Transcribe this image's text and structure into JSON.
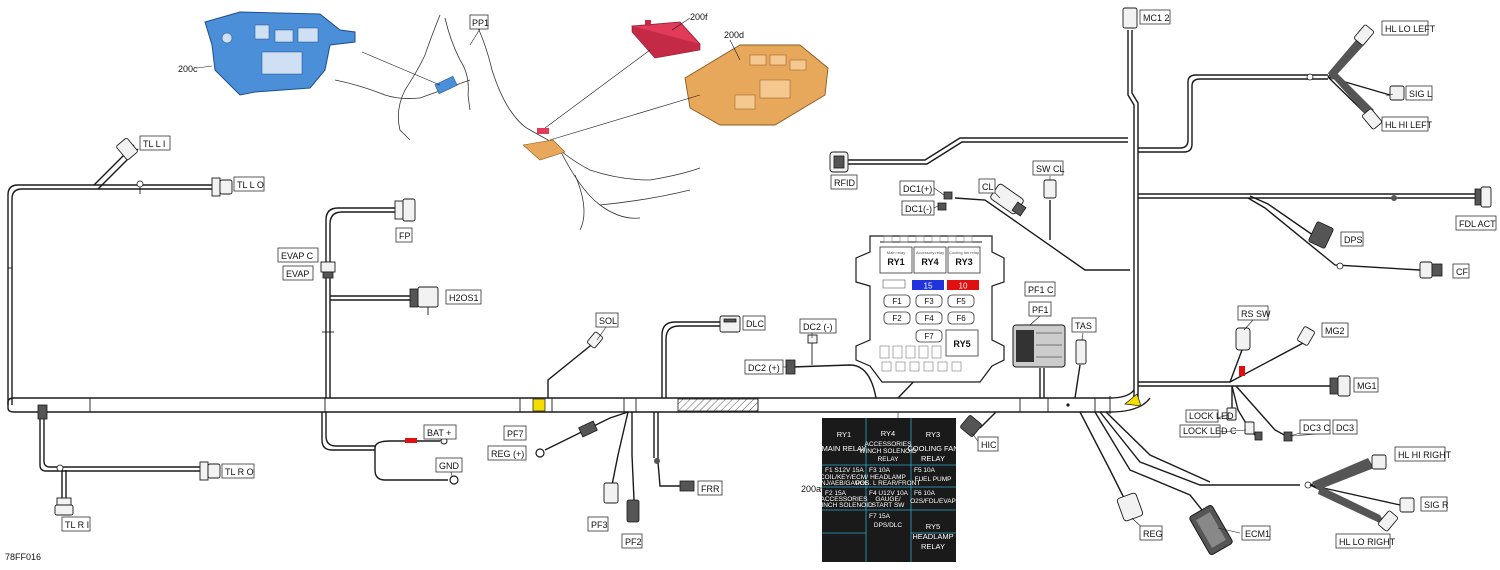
{
  "labels": {
    "tl_l_i": "TL L I",
    "tl_l_o": "TL L O",
    "tl_r_o": "TL R O",
    "tl_r_i": "TL R I",
    "fp": "FP",
    "evap_c": "EVAP C",
    "evap": "EVAP",
    "h2os1": "H2OS1",
    "sol": "SOL",
    "dlc": "DLC",
    "bat_plus": "BAT +",
    "gnd": "GND",
    "pf7": "PF7",
    "reg_plus": "REG (+)",
    "pf3": "PF3",
    "pf2": "PF2",
    "frr": "FRR",
    "dc2_minus": "DC2 (-)",
    "dc2_plus": "DC2 (+)",
    "rfid": "RFID",
    "dc1_plus": "DC1(+)",
    "dc1_minus": "DC1(-)",
    "cl": "CL",
    "sw_cl": "SW CL",
    "pf1_c": "PF1 C",
    "pf1": "PF1",
    "tas": "TAS",
    "hic": "HIC",
    "mc12": "MC1 2",
    "hl_lo_left": "HL LO LEFT",
    "sig_l": "SIG L",
    "hl_hi_left": "HL HI LEFT",
    "fdl_act": "FDL ACT",
    "dps": "DPS",
    "cf": "CF",
    "rs_sw": "RS SW",
    "mg2": "MG2",
    "mg1": "MG1",
    "lock_led": "LOCK LED",
    "lock_led_c": "LOCK LED C",
    "dc3_c": "DC3 C",
    "dc3": "DC3",
    "hl_hi_right": "HL HI RIGHT",
    "sig_r": "SIG R",
    "hl_lo_right": "HL LO RIGHT",
    "reg": "REG",
    "ecm1": "ECM1",
    "ref_200c": "200c",
    "ref_pp1": "PP1",
    "ref_200f": "200f",
    "ref_200d": "200d",
    "ref_200a": "200a",
    "figure_id": "78FF016"
  },
  "fusebox": {
    "ry1": "RY1",
    "ry4": "RY4",
    "ry3": "RY3",
    "ry5": "RY5",
    "ry1_small": "Main relay",
    "ry4_small": "Accessory relay",
    "ry3_small": "Cooling fan relay",
    "fuse_15": "15",
    "fuse_10": "10",
    "f1": "F1",
    "f2": "F2",
    "f3": "F3",
    "f4": "F4",
    "f5": "F5",
    "f6": "F6",
    "f7": "F7"
  },
  "legend": {
    "ry1_id": "RY1",
    "ry1_name": "MAIN RELAY",
    "ry4_id": "RY4",
    "ry4_l1": "ACCESSORIES",
    "ry4_l2": "WINCH SOLENOID",
    "ry4_l3": "RELAY",
    "ry3_id": "RY3",
    "ry3_l1": "COOLING FAN",
    "ry3_l2": "RELAY",
    "f1_head": "F1    S12V    15A",
    "f1_l1": "COIL/KEY/ECM/",
    "f1_l2": "INJ/AEB/GAUGE",
    "f3_head": "F3              10A",
    "f3_l1": "HEADLAMP",
    "f3_l2": "POS. L REAR/FRONT",
    "f5_head": "F5              10A",
    "f5_l1": "FUEL PUMP",
    "f2_head": "F2              15A",
    "f2_l1": "ACCESSORIES",
    "f2_l2": "WINCH SOLENOID",
    "f4_head": "F4    U12V    10A",
    "f4_l1": "GAUGE/",
    "f4_l2": "START SW",
    "f6_head": "F6              10A",
    "f6_l1": "O2S/FDL/EVAP",
    "f7_head": "F7              15A",
    "f7_l1": "DPS/DLC",
    "ry5_id": "RY5",
    "ry5_l1": "HEADLAMP",
    "ry5_l2": "RELAY"
  },
  "colors": {
    "legend_bg": "#1a1a1a",
    "legend_line": "#2aa9c9",
    "fuse_15": "#2233dd",
    "fuse_10": "#e01010",
    "fuse_cover": "#e23b5a",
    "fuse_base": "#e8a85c",
    "bracket": "#4a8fd8",
    "junction": "#f6dd00"
  }
}
